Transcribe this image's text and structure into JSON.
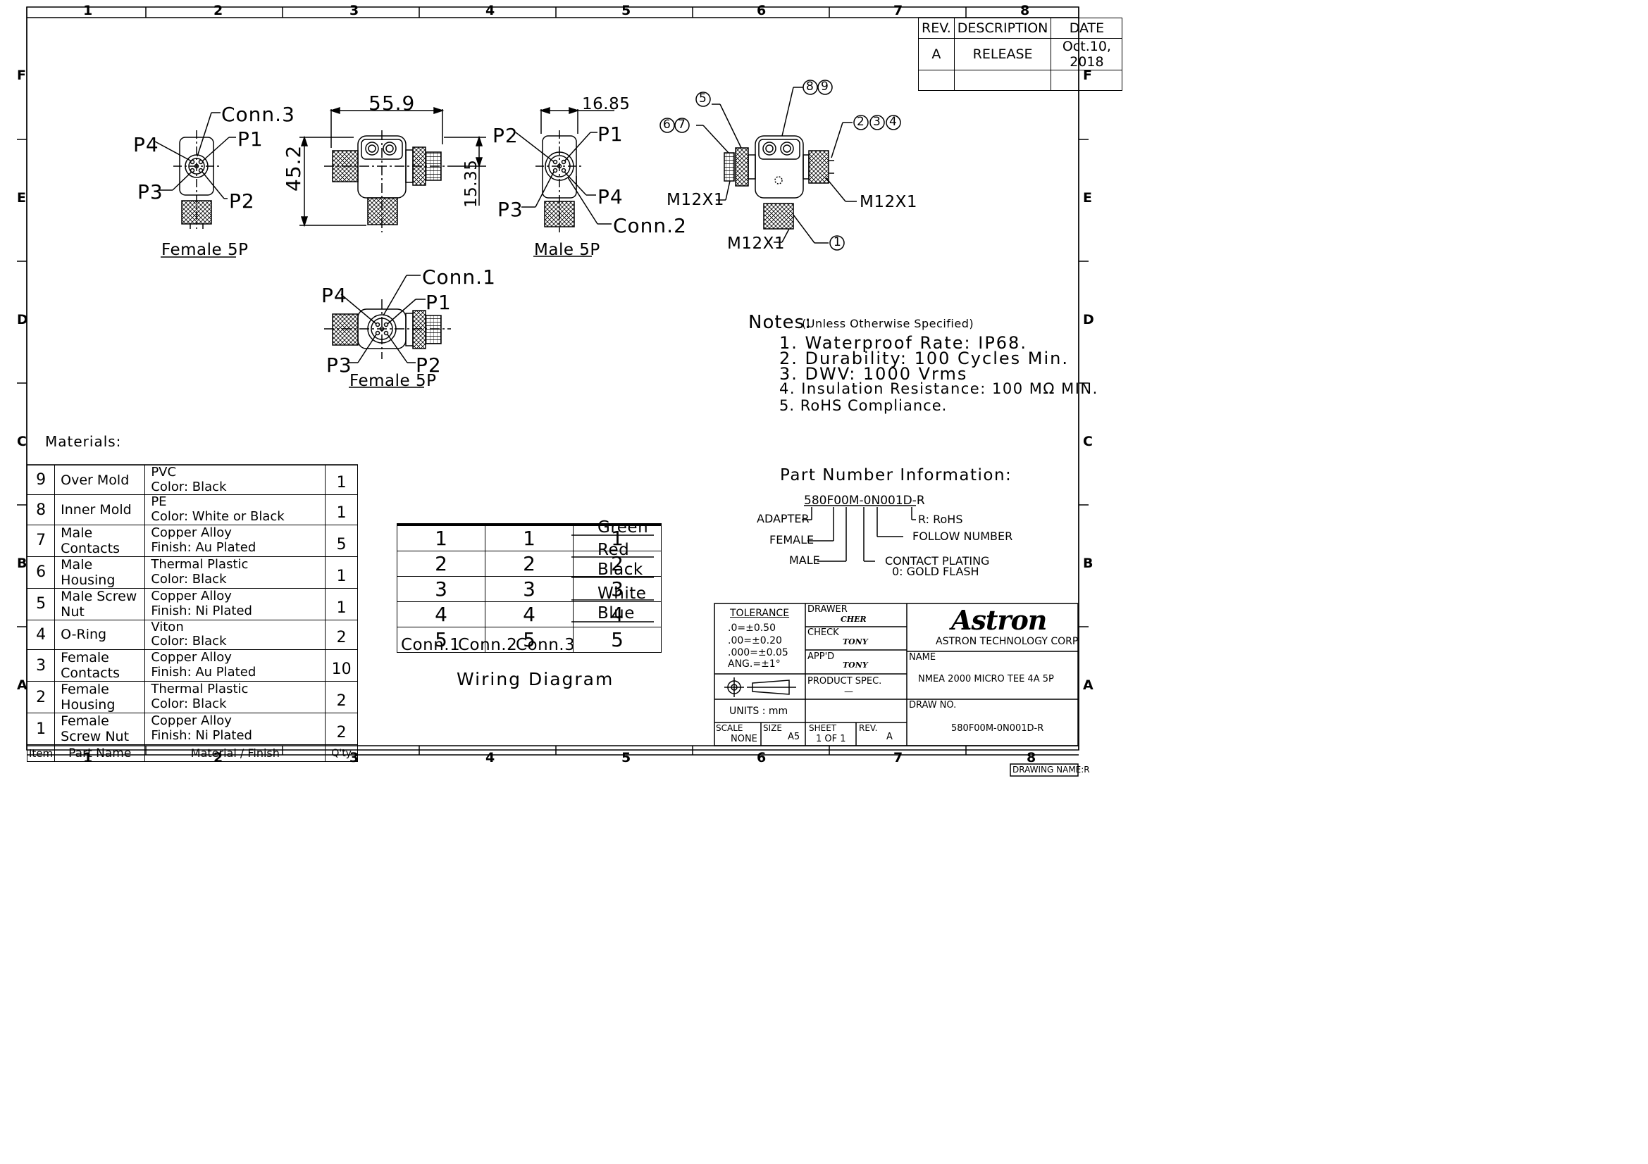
{
  "zones": {
    "columns": [
      "1",
      "2",
      "3",
      "4",
      "5",
      "6",
      "7",
      "8"
    ],
    "rows": [
      "F",
      "E",
      "D",
      "C",
      "B",
      "A"
    ]
  },
  "revision_block": {
    "headers": [
      "REV.",
      "DESCRIPTION",
      "DATE"
    ],
    "rows": [
      [
        "A",
        "RELEASE",
        "Oct.10, 2018"
      ]
    ]
  },
  "views": {
    "female_side": {
      "conn": "Conn.3",
      "p4": "P4",
      "p1": "P1",
      "p3": "P3",
      "p2": "P2",
      "caption": "Female 5P"
    },
    "front": {
      "dim_width": "55.9",
      "dim_height": "45.2",
      "dim_offset": "15.35"
    },
    "male_side": {
      "dim_width": "16.85",
      "p2": "P2",
      "p1": "P1",
      "p4": "P4",
      "p3": "P3",
      "conn": "Conn.2",
      "caption": "Male 5P"
    },
    "iso": {
      "b5": "5",
      "b8": "8",
      "b9": "9",
      "b6": "6",
      "b7": "7",
      "b2": "2",
      "b3": "3",
      "b4": "4",
      "b1": "1",
      "thread_left": "M12X1",
      "thread_right": "M12X1",
      "thread_bottom": "M12X1"
    },
    "female_top": {
      "conn": "Conn.1",
      "p4": "P4",
      "p1": "P1",
      "p3": "P3",
      "p2": "P2",
      "caption": "Female 5P"
    }
  },
  "notes": {
    "title": "Notes:",
    "subtitle": "(Unless Otherwise Specified)",
    "items": [
      "1. Waterproof Rate: IP68.",
      "2. Durability: 100 Cycles Min.",
      "3. DWV: 1000 Vrms",
      "4. Insulation Resistance: 100 MΩ MIN.",
      "5. RoHS Compliance."
    ]
  },
  "part_number": {
    "title": "Part Number Information:",
    "code": "580F00M-0N001D-R",
    "adapter": "ADAPTER",
    "female": "FEMALE",
    "male": "MALE",
    "rohs": "R: RoHS",
    "follow": "FOLLOW NUMBER",
    "plating": "CONTACT PLATING",
    "plating_value": "0: GOLD FLASH"
  },
  "materials": {
    "title": "Materials:",
    "rows": [
      {
        "item": "9",
        "name": "Over Mold",
        "mat1": "PVC",
        "mat2": "Color: Black",
        "qty": "1"
      },
      {
        "item": "8",
        "name": "Inner Mold",
        "mat1": "PE",
        "mat2": "Color: White or Black",
        "qty": "1"
      },
      {
        "item": "7",
        "name": "Male Contacts",
        "mat1": "Copper Alloy",
        "mat2": "Finish: Au Plated",
        "qty": "5"
      },
      {
        "item": "6",
        "name": "Male Housing",
        "mat1": "Thermal Plastic",
        "mat2": "Color: Black",
        "qty": "1"
      },
      {
        "item": "5",
        "name": "Male Screw Nut",
        "mat1": "Copper Alloy",
        "mat2": "Finish: Ni Plated",
        "qty": "1"
      },
      {
        "item": "4",
        "name": "O-Ring",
        "mat1": "Viton",
        "mat2": "Color: Black",
        "qty": "2"
      },
      {
        "item": "3",
        "name": "Female Contacts",
        "mat1": "Copper Alloy",
        "mat2": "Finish: Au Plated",
        "qty": "10"
      },
      {
        "item": "2",
        "name": "Female Housing",
        "mat1": "Thermal Plastic",
        "mat2": "Color: Black",
        "qty": "2"
      },
      {
        "item": "1",
        "name": "Female Screw Nut",
        "mat1": "Copper Alloy",
        "mat2": "Finish: Ni Plated",
        "qty": "2"
      }
    ],
    "footer": {
      "item": "Item",
      "name": "Part Name",
      "material": "Material / Finish",
      "qty": "Q'ty"
    }
  },
  "wiring": {
    "rows": [
      [
        "1",
        "1",
        "1"
      ],
      [
        "2",
        "2",
        "2"
      ],
      [
        "3",
        "3",
        "3"
      ],
      [
        "4",
        "4",
        "4"
      ],
      [
        "5",
        "5",
        "5"
      ]
    ],
    "colors": [
      "Green",
      "Red",
      "Black",
      "White",
      "Blue"
    ],
    "connectors": [
      "Conn.1",
      "Conn.2",
      "Conn.3"
    ],
    "title": "Wiring Diagram"
  },
  "title_block": {
    "tolerance_title": "TOLERANCE",
    "tolerances": [
      ".0=±0.50",
      ".00=±0.20",
      ".000=±0.05",
      "ANG.=±1°"
    ],
    "units": "UNITS : mm",
    "drawer_label": "DRAWER",
    "drawer": "CHER",
    "check_label": "CHECK",
    "check": "TONY",
    "appd_label": "APP'D",
    "appd": "TONY",
    "spec_label": "PRODUCT SPEC.",
    "spec": "—",
    "logo": "Astron",
    "company": "ASTRON TECHNOLOGY CORP.",
    "name_label": "NAME",
    "name": "NMEA 2000 MICRO TEE 4A 5P",
    "drawno_label": "DRAW NO.",
    "drawno": "580F00M-0N001D-R",
    "scale_label": "SCALE",
    "scale": "NONE",
    "size_label": "SIZE",
    "size": "A5",
    "sheet_label": "SHEET",
    "sheet": "1 OF 1",
    "rev_label": "REV.",
    "rev": "A"
  },
  "drawing_name": "DRAWING NAME:R"
}
